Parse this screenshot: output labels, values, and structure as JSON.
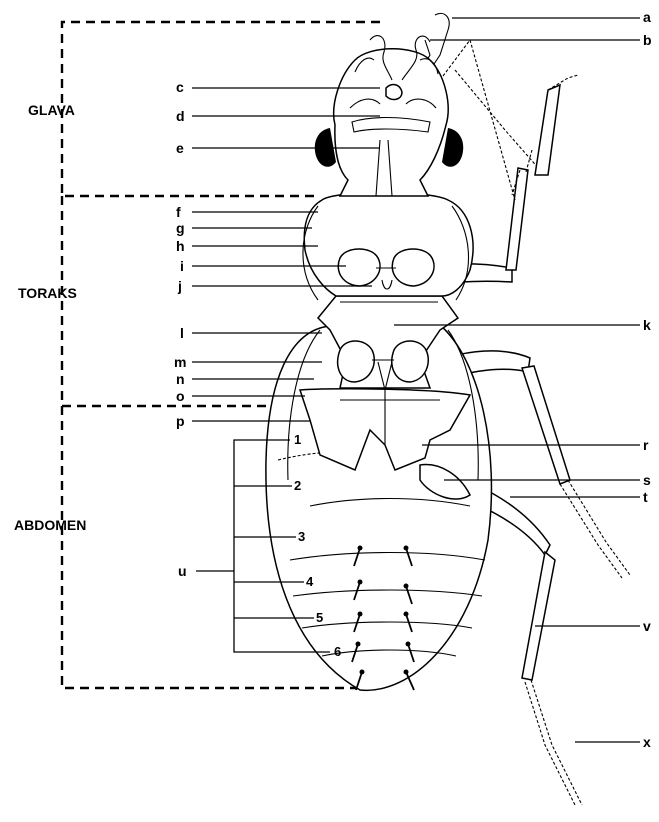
{
  "sections": {
    "head": "GLAVA",
    "thorax": "TORAKS",
    "abdomen": "ABDOMEN"
  },
  "labels": {
    "a": "a",
    "b": "b",
    "c": "c",
    "d": "d",
    "e": "e",
    "f": "f",
    "g": "g",
    "h": "h",
    "i": "i",
    "j": "j",
    "k": "k",
    "l": "l",
    "m": "m",
    "n": "n",
    "o": "o",
    "p": "p",
    "r": "r",
    "s": "s",
    "t": "t",
    "u": "u",
    "v": "v",
    "x": "x"
  },
  "segments": [
    "1",
    "2",
    "3",
    "4",
    "5",
    "6"
  ]
}
